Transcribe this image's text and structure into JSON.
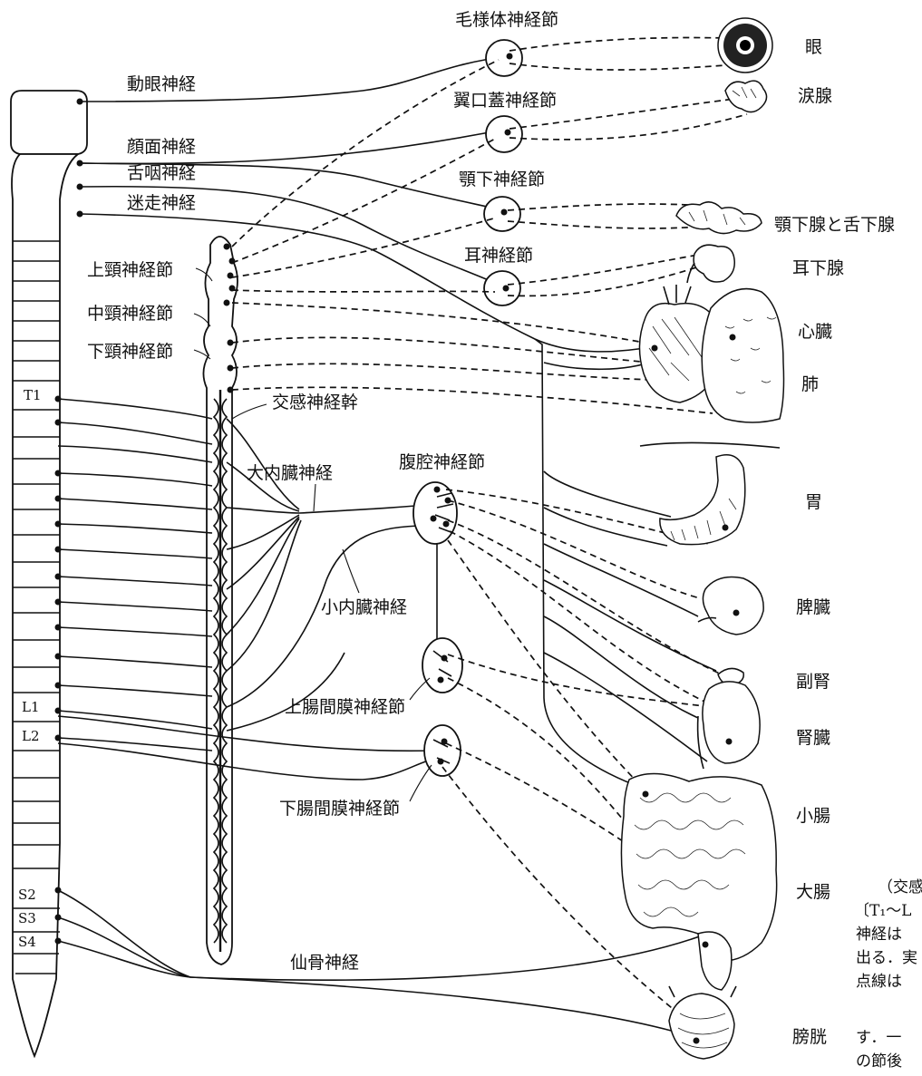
{
  "cord": {
    "segments": [
      "T1",
      "L1",
      "L2",
      "S2",
      "S3",
      "S4"
    ]
  },
  "labels": {
    "oculomotor": "動眼神経",
    "facial": "顔面神経",
    "glossopharyngeal": "舌咽神経",
    "vagus": "迷走神経",
    "superior_cervical": "上頸神経節",
    "middle_cervical": "中頸神経節",
    "inferior_cervical": "下頸神経節",
    "sympathetic_trunk": "交感神経幹",
    "greater_splanchnic": "大内臓神経",
    "lesser_splanchnic": "小内臓神経",
    "sacral": "仙骨神経",
    "ciliary": "毛様体神経節",
    "pterygopalatine": "翼口蓋神経節",
    "submandibular": "顎下神経節",
    "otic": "耳神経節",
    "celiac": "腹腔神経節",
    "superior_mesenteric": "上腸間膜神経節",
    "inferior_mesenteric": "下腸間膜神経節"
  },
  "organs": {
    "eye": "眼",
    "lacrimal": "涙腺",
    "submandibular_sublingual": "顎下腺と舌下腺",
    "parotid": "耳下腺",
    "heart": "心臓",
    "lung": "肺",
    "stomach": "胃",
    "spleen": "脾臓",
    "adrenal": "副腎",
    "kidney": "腎臓",
    "small_intestine": "小腸",
    "large_intestine": "大腸",
    "bladder": "膀胱"
  },
  "caption": {
    "lines": [
      "（交感",
      "〔T₁〜L",
      "神経は",
      "出る．実",
      "点線は",
      "す．一",
      "の節後"
    ]
  }
}
